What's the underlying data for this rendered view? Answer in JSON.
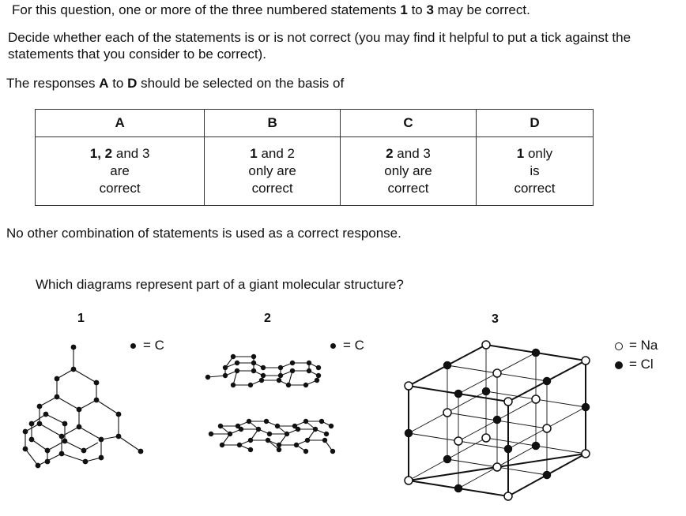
{
  "intro": {
    "line1_a": "For this",
    "line1_b": " question, one or more of the three numbered statements ",
    "line1_n1": "1",
    "line1_c": " to ",
    "line1_n3": "3",
    "line1_d": " may be correct.",
    "line2": "Decide whether each of the statements is or is not correct (you may find it helpful to put a tick against the statements that you consider to be correct).",
    "line3_a": "The responses ",
    "line3_A": "A",
    "line3_b": " to ",
    "line3_D": "D",
    "line3_c": " should be selected on the basis of"
  },
  "table": {
    "headers": [
      "A",
      "B",
      "C",
      "D"
    ],
    "cells": [
      {
        "l1_bold": "1, 2",
        "l1_rest": " and 3",
        "l2": "are",
        "l3": "correct"
      },
      {
        "l1_bold": "1",
        "l1_rest": " and 2",
        "l2": "only are",
        "l3": "correct"
      },
      {
        "l1_bold": "2",
        "l1_rest": " and 3",
        "l2": "only are",
        "l3": "correct"
      },
      {
        "l1_bold": "1",
        "l1_rest": " only",
        "l2": "is",
        "l3": "correct"
      }
    ]
  },
  "note": "No other combination of statements is used as a correct response.",
  "question": "Which diagrams represent part of a giant molecular structure?",
  "diagrams": {
    "labels": [
      "1",
      "2",
      "3"
    ],
    "legend1": "= C",
    "legend2": "= C",
    "legend3_na": "= Na",
    "legend3_cl": "= Cl"
  }
}
